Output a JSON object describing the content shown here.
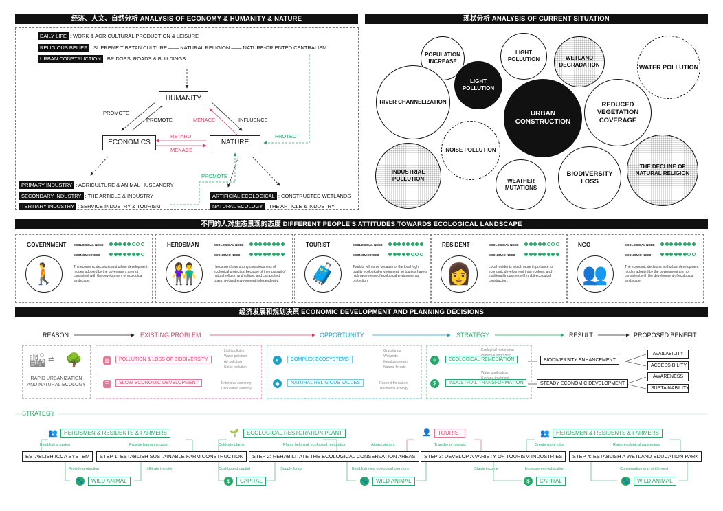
{
  "sections": {
    "analysis": "经济、人文、自然分析  ANALYSIS OF ECONOMY & HUMANITY & NATURE",
    "current": "现状分析  ANALYSIS OF CURRENT SITUATION",
    "attitudes": "不同的人对生态景观的态度  DIFFERENT PEOPLE'S ATTITUDES TOWARDS ECOLOGICAL LANDSCAPE",
    "planning": "经济发展和规划决策  ECONOMIC DEVELOPMENT AND PLANNING DECISIONS"
  },
  "analysis": {
    "humanity_rows": [
      {
        "tag": "DAILY LIFE",
        "text": ": WORK & AGRICULTURAL PRODUCTION & LEISURE"
      },
      {
        "tag": "RELIGIOUS BELIEF",
        "text": ": SUPREME TIBETAN CULTURE —— NATURAL RELIGION —— NATURE-ORIENTED CENTRALISM"
      },
      {
        "tag": "URBAN CONSTRUCTION",
        "text": ": BRIDGES, ROADS & BUILDINGS"
      }
    ],
    "nodes": {
      "humanity": "HUMANITY",
      "economics": "ECONOMICS",
      "nature": "NATURE"
    },
    "edges": {
      "promote1": "PROMOTE",
      "promote2": "PROMOTE",
      "menace1": "MENACE",
      "influence": "INFLUENCE",
      "retard": "RETARD",
      "menace2": "MENACE",
      "protect": "PROTECT",
      "promote3": "PROMOTE"
    },
    "economy_rows": [
      {
        "tag": "PRIMARY INDUSTRY",
        "text": ": AGRICULTURE & ANIMAL HUSBANDRY"
      },
      {
        "tag": "SECONDARY INDUSTRY",
        "text": ": THE ARTICLE & INDUSTRY"
      },
      {
        "tag": "TERTIARY INDUSTRY",
        "text": ": SERVICE INDUSTRY & TOURISM"
      }
    ],
    "nature_rows": [
      {
        "tag": "ARTIFICIAL ECOLOGICAL",
        "text": ": CONSTRUCTED WETLANDS"
      },
      {
        "tag": "NATURAL ECOLOGY",
        "text": ": THE ARTICLE & INDUSTRY"
      }
    ]
  },
  "current": {
    "population": "POPULATION INCREASE",
    "light_pollution_white": "LIGHT POLLUTION",
    "wetland": "WETLAND DEGRADATION",
    "water": "WATER POLLUTION",
    "light_pollution_black": "LIGHT POLLUTION",
    "river": "RIVER CHANNELIZATION",
    "urban": "URBAN CONSTRUCTION",
    "vegetation": "REDUCED VEGETATION COVERAGE",
    "noise": "NOISE POLLUTION",
    "industrial": "INDUSTRIAL POLLUTION",
    "weather": "WEATHER MUTATIONS",
    "biodiversity": "BIODIVERSITY LOSS",
    "religion": "THE DECLINE OF NATURAL RELIGION"
  },
  "attitudes": {
    "eco_label": "ECOLOGICAL NEED",
    "econ_label": "ECONOMIC NEED",
    "groups": [
      {
        "name": "GOVERNMENT",
        "eco": 5,
        "econ": 7,
        "desc": "The economic decisions and urban development modes adopted by the government are not consistent with the development of ecological landscape."
      },
      {
        "name": "HERDSMAN",
        "eco": 8,
        "econ": 8,
        "desc": "Herdsmen have strong consciousness of ecological protection because of their pursuit of natural religion and culture, and can protect grass, wetland environment independently."
      },
      {
        "name": "TOURIST",
        "eco": 8,
        "econ": 5,
        "desc": "Tourists will come because of the local high quality ecological environment, so tourists have a high awareness of ecological environmental protection."
      },
      {
        "name": "RESIDENT",
        "eco": 5,
        "econ": 8,
        "desc": "Local residents attach more importance to economic development than ecology, and traditional industries will inhibit ecological construction."
      },
      {
        "name": "NGO",
        "eco": 8,
        "econ": 6,
        "desc": "The economic decisions and urban development modes adopted by the government are not consistent with the development of ecological landscape."
      }
    ]
  },
  "planning": {
    "headers": {
      "reason": "REASON",
      "existing": "EXISTING PROBLEM",
      "opportunity": "OPPORTUNITY",
      "strategy": "STRATEGY",
      "result": "RESULT",
      "benefit": "PROPOSED BENEFIT"
    },
    "reason_text": "RAPID URBANIZATION AND NATURAL ECOLOGY",
    "problems": [
      "POLLUTION & LOSS OF BIODIVERSITY",
      "SLOW ECONOMIC DEVELOPMENT"
    ],
    "problem_notes_1": [
      "Light pollution",
      "Water pollution",
      "Air pollution",
      "Noise pollution"
    ],
    "problem_notes_2": [
      "Extensive economy",
      "Unqualified industry"
    ],
    "opportunities": [
      "COMPLEX ECOSYSTEMS",
      "NATURAL RELIGIOUS VALUES"
    ],
    "opp_notes_1": [
      "Grasslands",
      "Wetlands",
      "Meadow system",
      "Natural forests"
    ],
    "opp_notes_2": [
      "Respect for nature",
      "Traditional ecology"
    ],
    "strategies": [
      "ECOLOGICAL REMEDIATION",
      "INDUSTRIAL TRANSFORMATION"
    ],
    "strategy_notes": [
      "Ecological restoration",
      "Industrial upgrading",
      "Water purification",
      "Sewage treatment"
    ],
    "results": [
      "BIODIVERSITY ENHANCEMENT",
      "STEADY ECONOMIC DEVELOPMENT"
    ],
    "benefits": [
      "AVAILABILITY",
      "ACCESSIBILITY",
      "AWARENESS",
      "SUSTAINABILITY"
    ]
  },
  "strategy": {
    "title": "STRATEGY",
    "top_tags": [
      "HERDSMEN & RESIDENTS & FARMERS",
      "ECOLOGICAL RESTORATION PLANT",
      "TOURIST",
      "HERDSMEN & RESIDENTS & FARMERS"
    ],
    "steps": [
      "ESTABLISH ICCA SYSTEM",
      "STEP 1: ESTABLISH SUSTAINABLE FARM CONSTRUCTION",
      "STEP 2: REHABILITATE THE ECOLOGICAL CONSERVATION AREAS",
      "STEP 3: DEVELOP A VARIETY OF TOURISM INDUSTRIES",
      "STEP 4: ESTABLISH A WETLAND EDUCATION PARK"
    ],
    "bottom_tags": [
      "WILD ANIMAL",
      "CAPITAL",
      "WILD ANIMAL",
      "CAPITAL",
      "WILD ANIMAL"
    ],
    "upper_notes": [
      "Establish a system",
      "Provide human support",
      "Cultivate plants",
      "Plants help wall ecological restoration",
      "Attract visitors",
      "Transfer of tourists",
      "Create more jobs",
      "Raise ecological awareness"
    ],
    "lower_notes": [
      "Provide protection",
      "Infiltrate the city",
      "Cost-bound capital",
      "Supply funds",
      "Establish new ecological corridors",
      "Stable income",
      "Increase eco-education",
      "Conservation and settlement"
    ]
  }
}
